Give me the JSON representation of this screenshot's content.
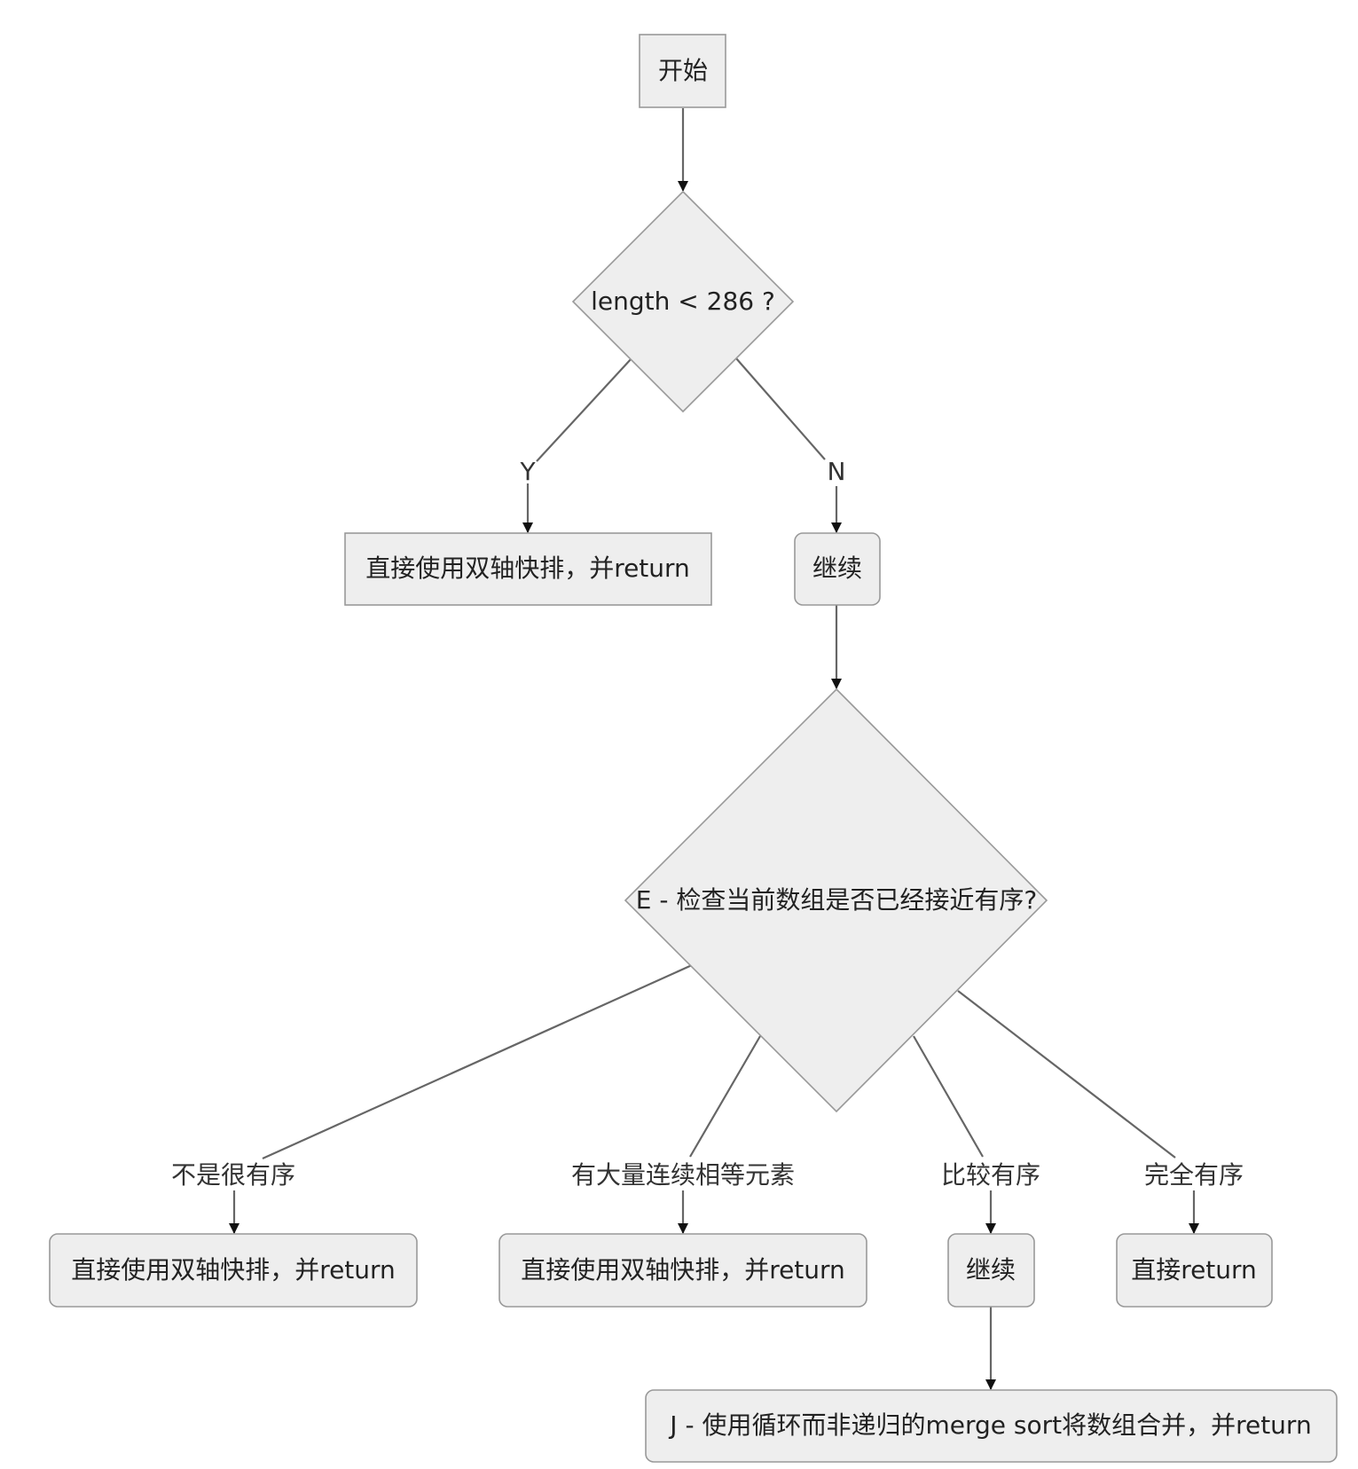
{
  "nodes": {
    "start": "开始",
    "cond_length": "length < 286 ?",
    "dual_quick_1": "直接使用双轴快排，并return",
    "continue_1": "继续",
    "cond_sorted": "E - 检查当前数组是否已经接近有序?",
    "dual_quick_2": "直接使用双轴快排，并return",
    "dual_quick_3": "直接使用双轴快排，并return",
    "continue_2": "继续",
    "direct_return": "直接return",
    "merge_sort": "J - 使用循环而非递归的merge sort将数组合并，并return"
  },
  "edge_labels": {
    "yes": "Y",
    "no": "N",
    "not_very_sorted": "不是很有序",
    "many_equal": "有大量连续相等元素",
    "fairly_sorted": "比较有序",
    "fully_sorted": "完全有序"
  }
}
